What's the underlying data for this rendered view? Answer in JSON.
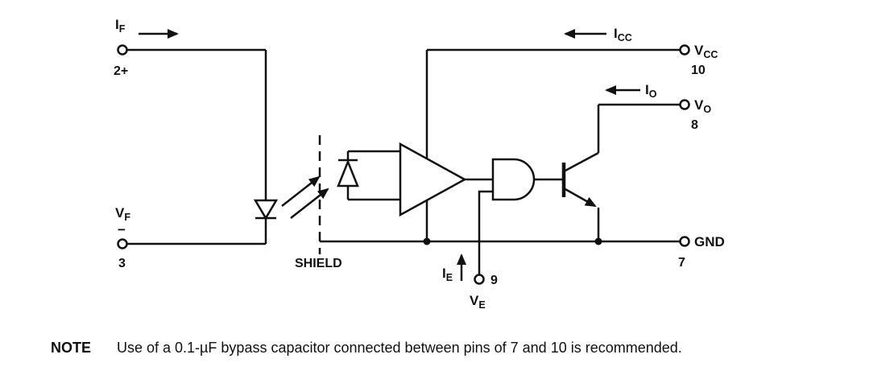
{
  "labels": {
    "i_f": {
      "main": "I",
      "sub": "F"
    },
    "pin2": "2+",
    "v_f": {
      "main": "V",
      "sub": "F"
    },
    "minus": "−",
    "pin3": "3",
    "shield": "SHIELD",
    "i_cc": {
      "main": "I",
      "sub": "CC"
    },
    "v_cc": {
      "main": "V",
      "sub": "CC"
    },
    "pin10": "10",
    "i_o": {
      "main": "I",
      "sub": "O"
    },
    "v_o": {
      "main": "V",
      "sub": "O"
    },
    "pin8": "8",
    "gnd": "GND",
    "pin7": "7",
    "i_e": {
      "main": "I",
      "sub": "E"
    },
    "pin9": "9",
    "v_e": {
      "main": "V",
      "sub": "E"
    }
  },
  "note": {
    "label": "NOTE",
    "text": "Use of a 0.1-µF bypass capacitor connected between pins of 7 and 10 is recommended."
  },
  "colors": {
    "ink": "#111111",
    "background": "#ffffff"
  }
}
